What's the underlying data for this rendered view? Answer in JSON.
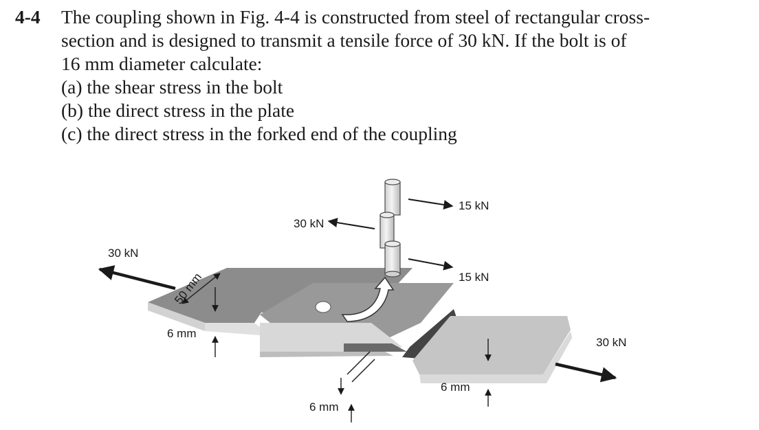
{
  "problem": {
    "number": "4-4",
    "statement_lines": [
      "The coupling shown in Fig. 4-4 is constructed from steel of rectangular cross-",
      "section and is designed to transmit a tensile force of 30 kN.  If the bolt is of",
      "16 mm diameter calculate:"
    ],
    "parts": [
      "(a) the shear stress in the bolt",
      "(b) the direct stress in the plate",
      "(c) the direct stress in the forked end of the coupling"
    ]
  },
  "figure": {
    "labels": {
      "left_force": "30 kN",
      "right_force": "30 kN",
      "bolt_force_left": "30 kN",
      "bolt_force_top": "15 kN",
      "bolt_force_bottom": "15 kN",
      "width_dim": "50 mm",
      "thickness_left": "6 mm",
      "thickness_fork": "6 mm",
      "thickness_right": "6 mm"
    }
  }
}
